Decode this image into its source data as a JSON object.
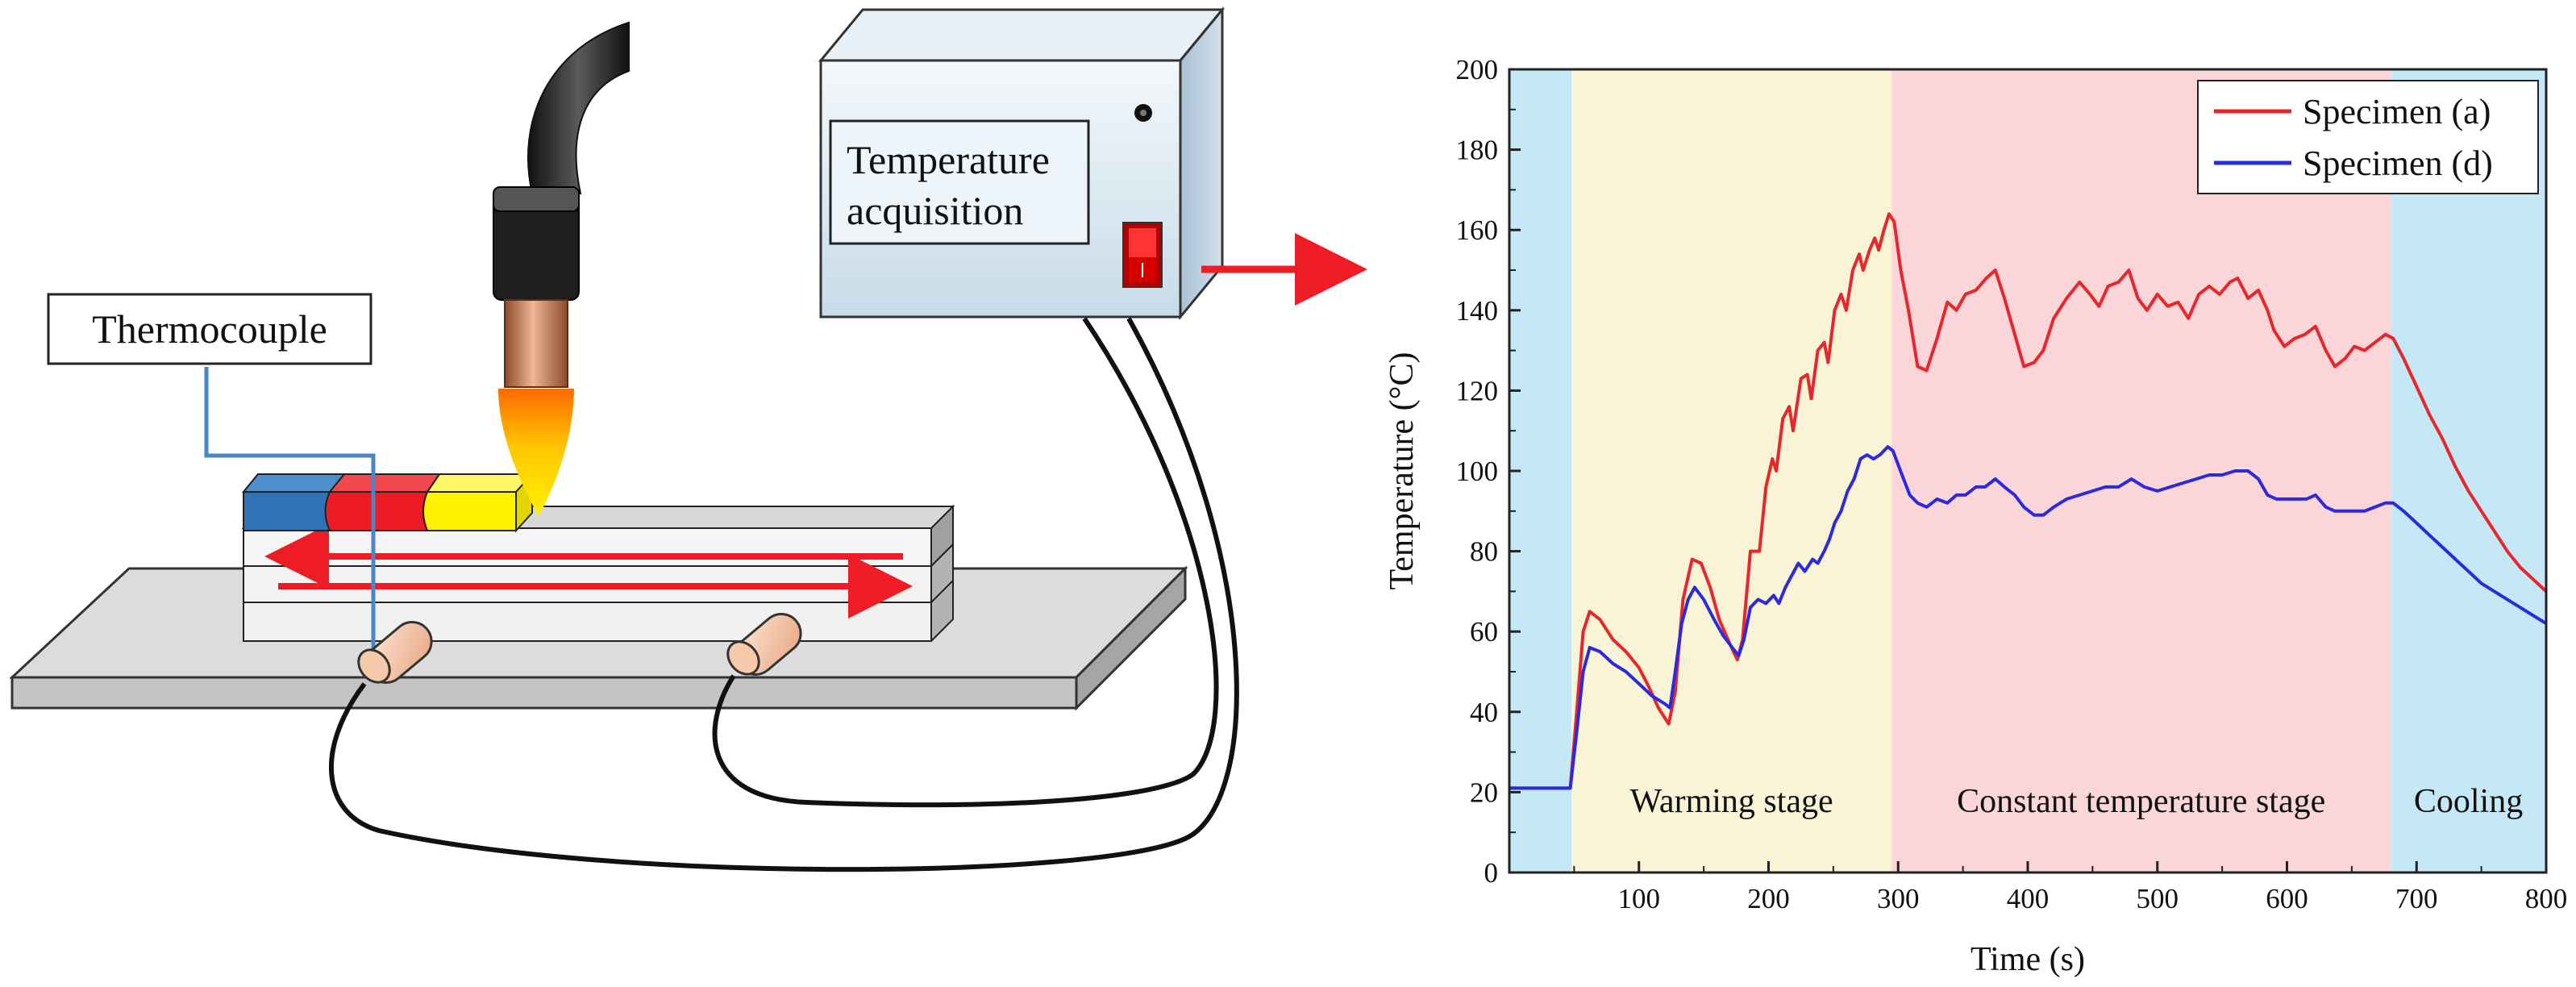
{
  "labels": {
    "thermocouple": "Thermocouple",
    "acquisition_line1": "Temperature",
    "acquisition_line2": "acquisition"
  },
  "colors": {
    "specimen_a": "#e8262b",
    "specimen_d": "#2b2ae0",
    "stage_blue": "#c5e8f7",
    "stage_yellow": "#f8f4d5",
    "stage_pink": "#fbd6d8"
  },
  "chart_data": {
    "type": "line",
    "xlabel": "Time (s)",
    "ylabel": "Temperature  (°C)",
    "xlim": [
      0,
      800
    ],
    "ylim": [
      0,
      200
    ],
    "xticks": [
      100,
      200,
      300,
      400,
      500,
      600,
      700,
      800
    ],
    "yticks": [
      0,
      20,
      40,
      60,
      80,
      100,
      120,
      140,
      160,
      180,
      200
    ],
    "grid": false,
    "legend": "top-right",
    "stages": [
      {
        "label": "",
        "x0": 0,
        "x1": 48,
        "color": "#c5e8f7"
      },
      {
        "label": "Warming stage",
        "x0": 48,
        "x1": 295,
        "color": "#f8f4d5"
      },
      {
        "label": "Constant temperature stage",
        "x0": 295,
        "x1": 680,
        "color": "#fbd6d8"
      },
      {
        "label": "Cooling",
        "x0": 680,
        "x1": 800,
        "color": "#c5e8f7"
      }
    ],
    "series": [
      {
        "name": "Specimen (a)",
        "color": "#e8262b",
        "points": [
          [
            0,
            21
          ],
          [
            47,
            21
          ],
          [
            52,
            40
          ],
          [
            57,
            60
          ],
          [
            62,
            65
          ],
          [
            70,
            63
          ],
          [
            80,
            58
          ],
          [
            90,
            55
          ],
          [
            100,
            51
          ],
          [
            108,
            46
          ],
          [
            115,
            41
          ],
          [
            123,
            37
          ],
          [
            128,
            45
          ],
          [
            134,
            68
          ],
          [
            141,
            78
          ],
          [
            148,
            77
          ],
          [
            155,
            71
          ],
          [
            162,
            63
          ],
          [
            170,
            57
          ],
          [
            176,
            53
          ],
          [
            180,
            58
          ],
          [
            186,
            80
          ],
          [
            193,
            80
          ],
          [
            198,
            96
          ],
          [
            203,
            103
          ],
          [
            206,
            100
          ],
          [
            211,
            113
          ],
          [
            216,
            116
          ],
          [
            219,
            110
          ],
          [
            225,
            123
          ],
          [
            230,
            124
          ],
          [
            233,
            118
          ],
          [
            238,
            130
          ],
          [
            243,
            132
          ],
          [
            246,
            127
          ],
          [
            251,
            140
          ],
          [
            256,
            144
          ],
          [
            260,
            140
          ],
          [
            265,
            150
          ],
          [
            270,
            154
          ],
          [
            273,
            150
          ],
          [
            278,
            155
          ],
          [
            282,
            158
          ],
          [
            285,
            155
          ],
          [
            289,
            160
          ],
          [
            293,
            164
          ],
          [
            297,
            162
          ],
          [
            302,
            150
          ],
          [
            308,
            140
          ],
          [
            315,
            126
          ],
          [
            322,
            125
          ],
          [
            330,
            133
          ],
          [
            338,
            142
          ],
          [
            345,
            140
          ],
          [
            352,
            144
          ],
          [
            360,
            145
          ],
          [
            368,
            148
          ],
          [
            375,
            150
          ],
          [
            382,
            143
          ],
          [
            390,
            134
          ],
          [
            397,
            126
          ],
          [
            405,
            127
          ],
          [
            412,
            130
          ],
          [
            420,
            138
          ],
          [
            430,
            143
          ],
          [
            440,
            147
          ],
          [
            448,
            144
          ],
          [
            455,
            141
          ],
          [
            462,
            146
          ],
          [
            470,
            147
          ],
          [
            478,
            150
          ],
          [
            485,
            143
          ],
          [
            492,
            140
          ],
          [
            500,
            144
          ],
          [
            508,
            141
          ],
          [
            516,
            142
          ],
          [
            524,
            138
          ],
          [
            532,
            144
          ],
          [
            540,
            146
          ],
          [
            548,
            144
          ],
          [
            556,
            147
          ],
          [
            562,
            148
          ],
          [
            570,
            143
          ],
          [
            578,
            145
          ],
          [
            585,
            140
          ],
          [
            590,
            135
          ],
          [
            598,
            131
          ],
          [
            606,
            133
          ],
          [
            614,
            134
          ],
          [
            622,
            136
          ],
          [
            630,
            130
          ],
          [
            637,
            126
          ],
          [
            645,
            128
          ],
          [
            652,
            131
          ],
          [
            660,
            130
          ],
          [
            668,
            132
          ],
          [
            676,
            134
          ],
          [
            682,
            133
          ],
          [
            690,
            128
          ],
          [
            700,
            121
          ],
          [
            710,
            114
          ],
          [
            720,
            108
          ],
          [
            730,
            101
          ],
          [
            740,
            95
          ],
          [
            750,
            90
          ],
          [
            760,
            85
          ],
          [
            770,
            80
          ],
          [
            780,
            76
          ],
          [
            790,
            73
          ],
          [
            800,
            70
          ]
        ]
      },
      {
        "name": "Specimen (d)",
        "color": "#2b2ae0",
        "points": [
          [
            0,
            21
          ],
          [
            47,
            21
          ],
          [
            52,
            35
          ],
          [
            57,
            50
          ],
          [
            62,
            56
          ],
          [
            70,
            55
          ],
          [
            80,
            52
          ],
          [
            90,
            50
          ],
          [
            100,
            47
          ],
          [
            110,
            44
          ],
          [
            120,
            42
          ],
          [
            124,
            41
          ],
          [
            128,
            50
          ],
          [
            133,
            62
          ],
          [
            138,
            68
          ],
          [
            143,
            71
          ],
          [
            150,
            68
          ],
          [
            158,
            63
          ],
          [
            165,
            59
          ],
          [
            172,
            56
          ],
          [
            177,
            54
          ],
          [
            181,
            58
          ],
          [
            186,
            66
          ],
          [
            192,
            68
          ],
          [
            198,
            67
          ],
          [
            204,
            69
          ],
          [
            208,
            67
          ],
          [
            213,
            71
          ],
          [
            218,
            74
          ],
          [
            223,
            77
          ],
          [
            228,
            75
          ],
          [
            234,
            78
          ],
          [
            238,
            77
          ],
          [
            243,
            80
          ],
          [
            247,
            83
          ],
          [
            251,
            87
          ],
          [
            256,
            90
          ],
          [
            261,
            95
          ],
          [
            266,
            98
          ],
          [
            271,
            103
          ],
          [
            276,
            104
          ],
          [
            281,
            103
          ],
          [
            286,
            104
          ],
          [
            292,
            106
          ],
          [
            296,
            105
          ],
          [
            303,
            99
          ],
          [
            309,
            94
          ],
          [
            315,
            92
          ],
          [
            322,
            91
          ],
          [
            330,
            93
          ],
          [
            338,
            92
          ],
          [
            345,
            94
          ],
          [
            352,
            94
          ],
          [
            360,
            96
          ],
          [
            367,
            96
          ],
          [
            375,
            98
          ],
          [
            382,
            96
          ],
          [
            390,
            94
          ],
          [
            397,
            91
          ],
          [
            405,
            89
          ],
          [
            412,
            89
          ],
          [
            420,
            91
          ],
          [
            430,
            93
          ],
          [
            440,
            94
          ],
          [
            450,
            95
          ],
          [
            460,
            96
          ],
          [
            470,
            96
          ],
          [
            480,
            98
          ],
          [
            490,
            96
          ],
          [
            500,
            95
          ],
          [
            510,
            96
          ],
          [
            520,
            97
          ],
          [
            530,
            98
          ],
          [
            540,
            99
          ],
          [
            550,
            99
          ],
          [
            560,
            100
          ],
          [
            570,
            100
          ],
          [
            578,
            98
          ],
          [
            585,
            94
          ],
          [
            592,
            93
          ],
          [
            600,
            93
          ],
          [
            608,
            93
          ],
          [
            615,
            93
          ],
          [
            622,
            94
          ],
          [
            630,
            91
          ],
          [
            637,
            90
          ],
          [
            645,
            90
          ],
          [
            652,
            90
          ],
          [
            660,
            90
          ],
          [
            668,
            91
          ],
          [
            676,
            92
          ],
          [
            682,
            92
          ],
          [
            690,
            90
          ],
          [
            700,
            87
          ],
          [
            710,
            84
          ],
          [
            720,
            81
          ],
          [
            730,
            78
          ],
          [
            740,
            75
          ],
          [
            750,
            72
          ],
          [
            760,
            70
          ],
          [
            770,
            68
          ],
          [
            780,
            66
          ],
          [
            790,
            64
          ],
          [
            800,
            62
          ]
        ]
      }
    ]
  }
}
